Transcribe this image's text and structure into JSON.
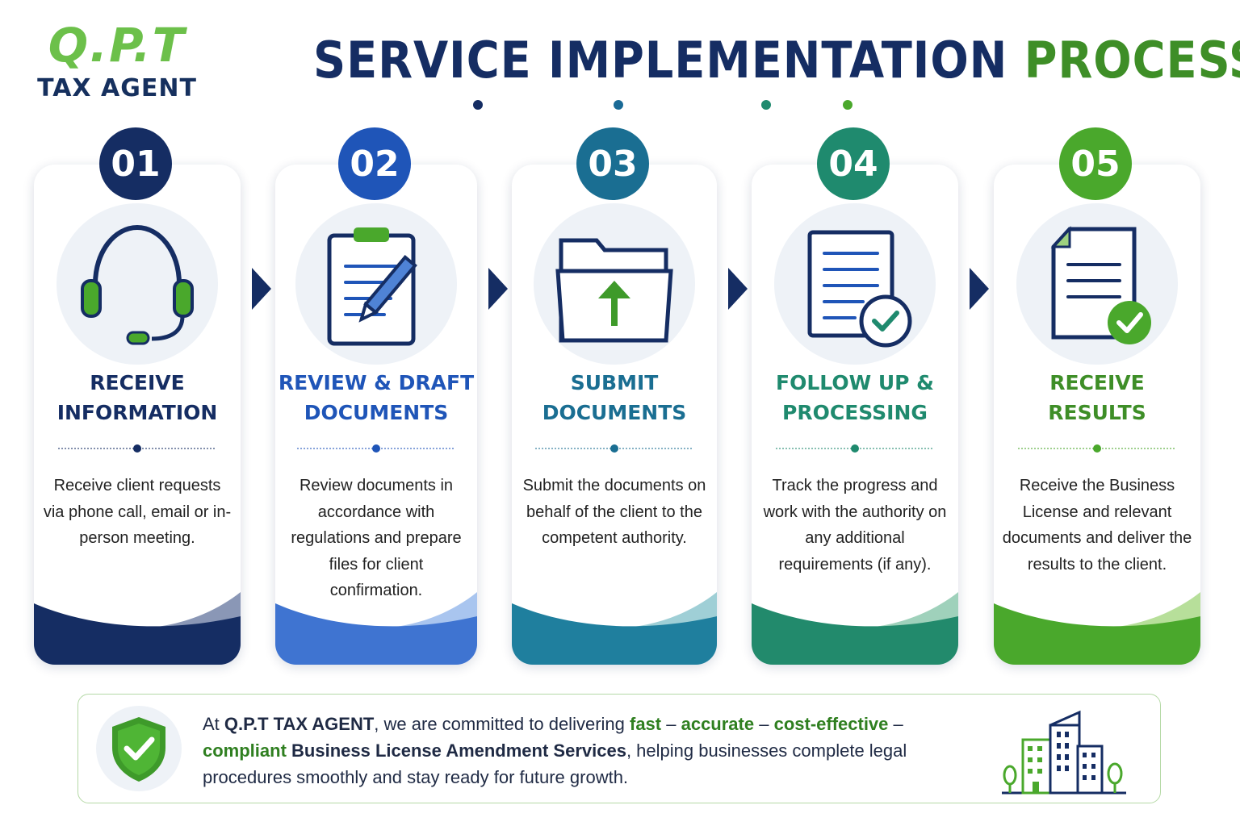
{
  "brand": {
    "logo_mark": "Q.P.T",
    "logo_sub": "TAX AGENT"
  },
  "header": {
    "title_main": "SERVICE IMPLEMENTATION ",
    "title_accent": "PROCESS"
  },
  "colors": {
    "navy": "#152d63",
    "blue": "#1f55b8",
    "teal": "#1a7a9a",
    "green_teal": "#1f8a6e",
    "green": "#4aa82c"
  },
  "steps": [
    {
      "number": "01",
      "title_l1": "RECEIVE",
      "title_l2": "INFORMATION",
      "icon": "headset-icon",
      "desc": "Receive client requests via phone call, email or in-person meeting."
    },
    {
      "number": "02",
      "title_l1": "REVIEW & DRAFT",
      "title_l2": "DOCUMENTS",
      "icon": "clipboard-pen-icon",
      "desc": "Review documents in accordance with regulations and prepare files for client confirmation."
    },
    {
      "number": "03",
      "title_l1": "SUBMIT",
      "title_l2": "DOCUMENTS",
      "icon": "folder-upload-icon",
      "desc": "Submit the documents on behalf of the client to the competent authority."
    },
    {
      "number": "04",
      "title_l1": "FOLLOW UP &",
      "title_l2": "PROCESSING",
      "icon": "document-check-icon",
      "desc": "Track the progress and work with the authority on any additional requirements (if any)."
    },
    {
      "number": "05",
      "title_l1": "RECEIVE",
      "title_l2": "RESULTS",
      "icon": "document-approved-icon",
      "desc": "Receive the Business License and relevant documents and deliver the results to the client."
    }
  ],
  "commitment": {
    "t1": "At ",
    "company": "Q.P.T TAX AGENT",
    "t2": ", we are committed to delivering ",
    "k1": "fast",
    "sep1": " – ",
    "k2": "accurate",
    "sep2": " – ",
    "k3": "cost-effective",
    "sep3": " – ",
    "k4": "compliant",
    "t3": " ",
    "service": "Business License Amendment Services",
    "t4": ", helping businesses complete legal procedures smoothly and stay ready for future growth."
  }
}
